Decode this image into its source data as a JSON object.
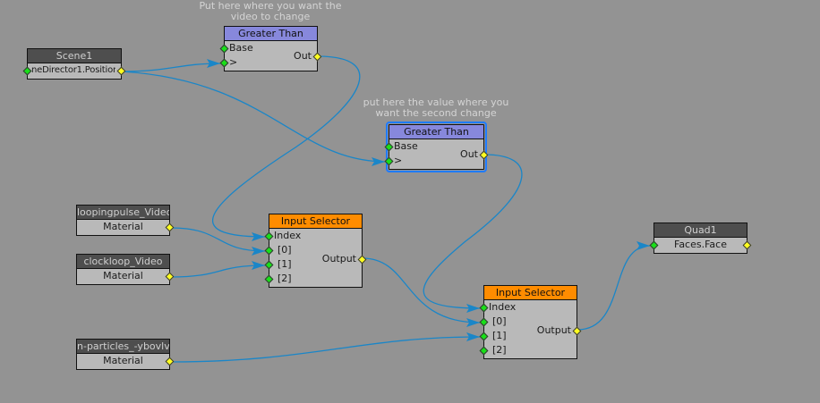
{
  "comments": [
    {
      "line1": "Put here where you want the",
      "line2": "video to change"
    },
    {
      "line1": "put here the value where you",
      "line2": "want the second change"
    }
  ],
  "nodes": {
    "scene1": {
      "title": "Scene1",
      "port": "neDirector1.Position"
    },
    "gt1": {
      "title": "Greater Than",
      "in_base": "Base",
      "in_gt": ">",
      "out": "Out"
    },
    "gt2": {
      "title": "Greater Than",
      "in_base": "Base",
      "in_gt": ">",
      "out": "Out"
    },
    "looping": {
      "title": "loopingpulse_Video",
      "port": "Material"
    },
    "clock": {
      "title": "clockloop_Video",
      "port": "Material"
    },
    "particles": {
      "title": "n-particles_-ybovlvgs",
      "port": "Material"
    },
    "sel1": {
      "title": "Input Selector",
      "index": "Index",
      "i0": "[0]",
      "i1": "[1]",
      "i2": "[2]",
      "out": "Output"
    },
    "sel2": {
      "title": "Input Selector",
      "index": "Index",
      "i0": "[0]",
      "i1": "[1]",
      "i2": "[2]",
      "out": "Output"
    },
    "quad1": {
      "title": "Quad1",
      "port": "Faces.Face"
    }
  },
  "colors": {
    "wire": "#1a86c8",
    "canvas": "#939393",
    "selection": "#1e7bff"
  }
}
